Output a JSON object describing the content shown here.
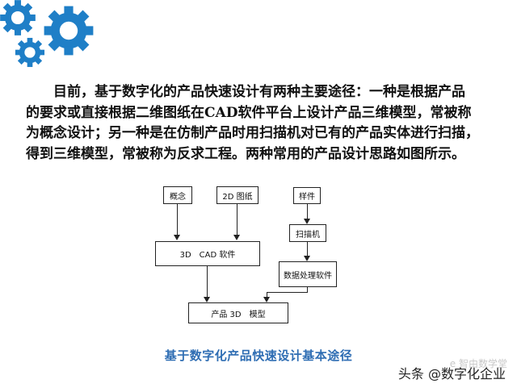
{
  "paragraph": {
    "line1": "目前，基于数字化的产品快速设计有两种主要途径：一种是根据产品",
    "line2": "的要求或直接根据二维图纸在CAD软件平台上设计产品三维模型，常被称",
    "line3": "为概念设计；另一种是在仿制产品时用扫描机对已有的产品实体进行扫描，",
    "line4": "得到三维模型，常被称为反求工程。两种常用的产品设计思路如图所示。"
  },
  "diagram": {
    "concept": "概念",
    "drawing_2d": "2D 图纸",
    "sample": "样件",
    "scanner": "扫描机",
    "cad_software": "3D　CAD 软件",
    "data_software": "数据处理软件",
    "product_model": "产品 3D　模型"
  },
  "caption": "基于数字化产品快速设计基本途径",
  "watermark": "头条 @数字化企业",
  "watermark_faint": "e 智由数学堂",
  "colors": {
    "gear_blue": "#1f7fc7",
    "caption_blue": "#2e6db3"
  }
}
